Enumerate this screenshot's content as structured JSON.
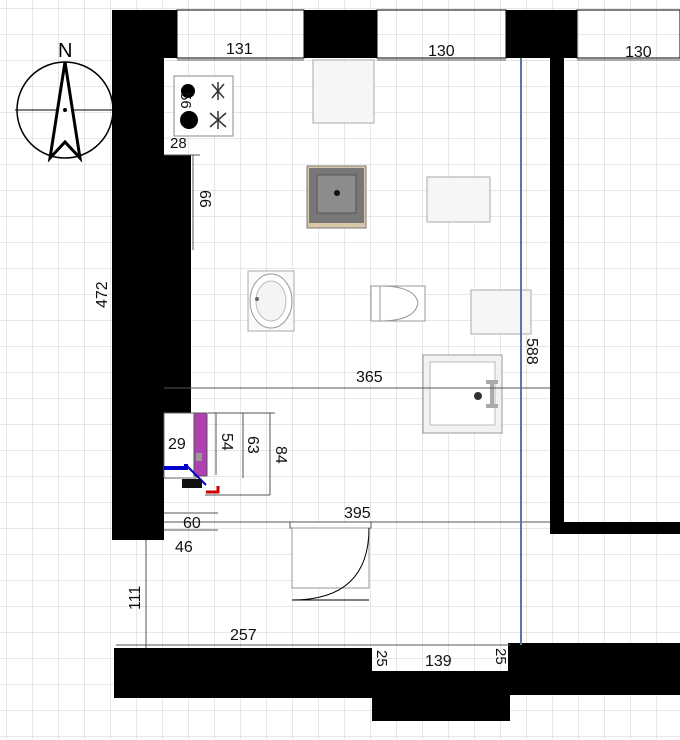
{
  "compass": {
    "north_label": "N"
  },
  "dimensions": {
    "top_1": "131",
    "top_2": "130",
    "top_3": "130",
    "stove_depth": "56",
    "stove_gap": "28",
    "wall_offset": "66",
    "left_wall": "472",
    "right_height": "588",
    "mid_width": "365",
    "riser_w": "29",
    "riser_54": "54",
    "riser_63": "63",
    "riser_84": "84",
    "bottom_60": "60",
    "bottom_46": "46",
    "width_395": "395",
    "gap_111": "111",
    "bottom_257": "257",
    "bottom_25a": "25",
    "door_139": "139",
    "bottom_25b": "25"
  },
  "colors": {
    "wall": "#000000",
    "grid": "#d0d0d0",
    "measure_line": "#555555",
    "highlight_line": "#5577aa",
    "pipe_blue": "#0000cc",
    "pipe_red": "#cc0000",
    "riser_purple": "#b040b0"
  },
  "fixtures": [
    {
      "name": "stove-icon"
    },
    {
      "name": "sink-icon"
    },
    {
      "name": "washbasin-icon"
    },
    {
      "name": "toilet-icon"
    },
    {
      "name": "shower-tray-icon"
    },
    {
      "name": "door-swing-icon"
    }
  ]
}
